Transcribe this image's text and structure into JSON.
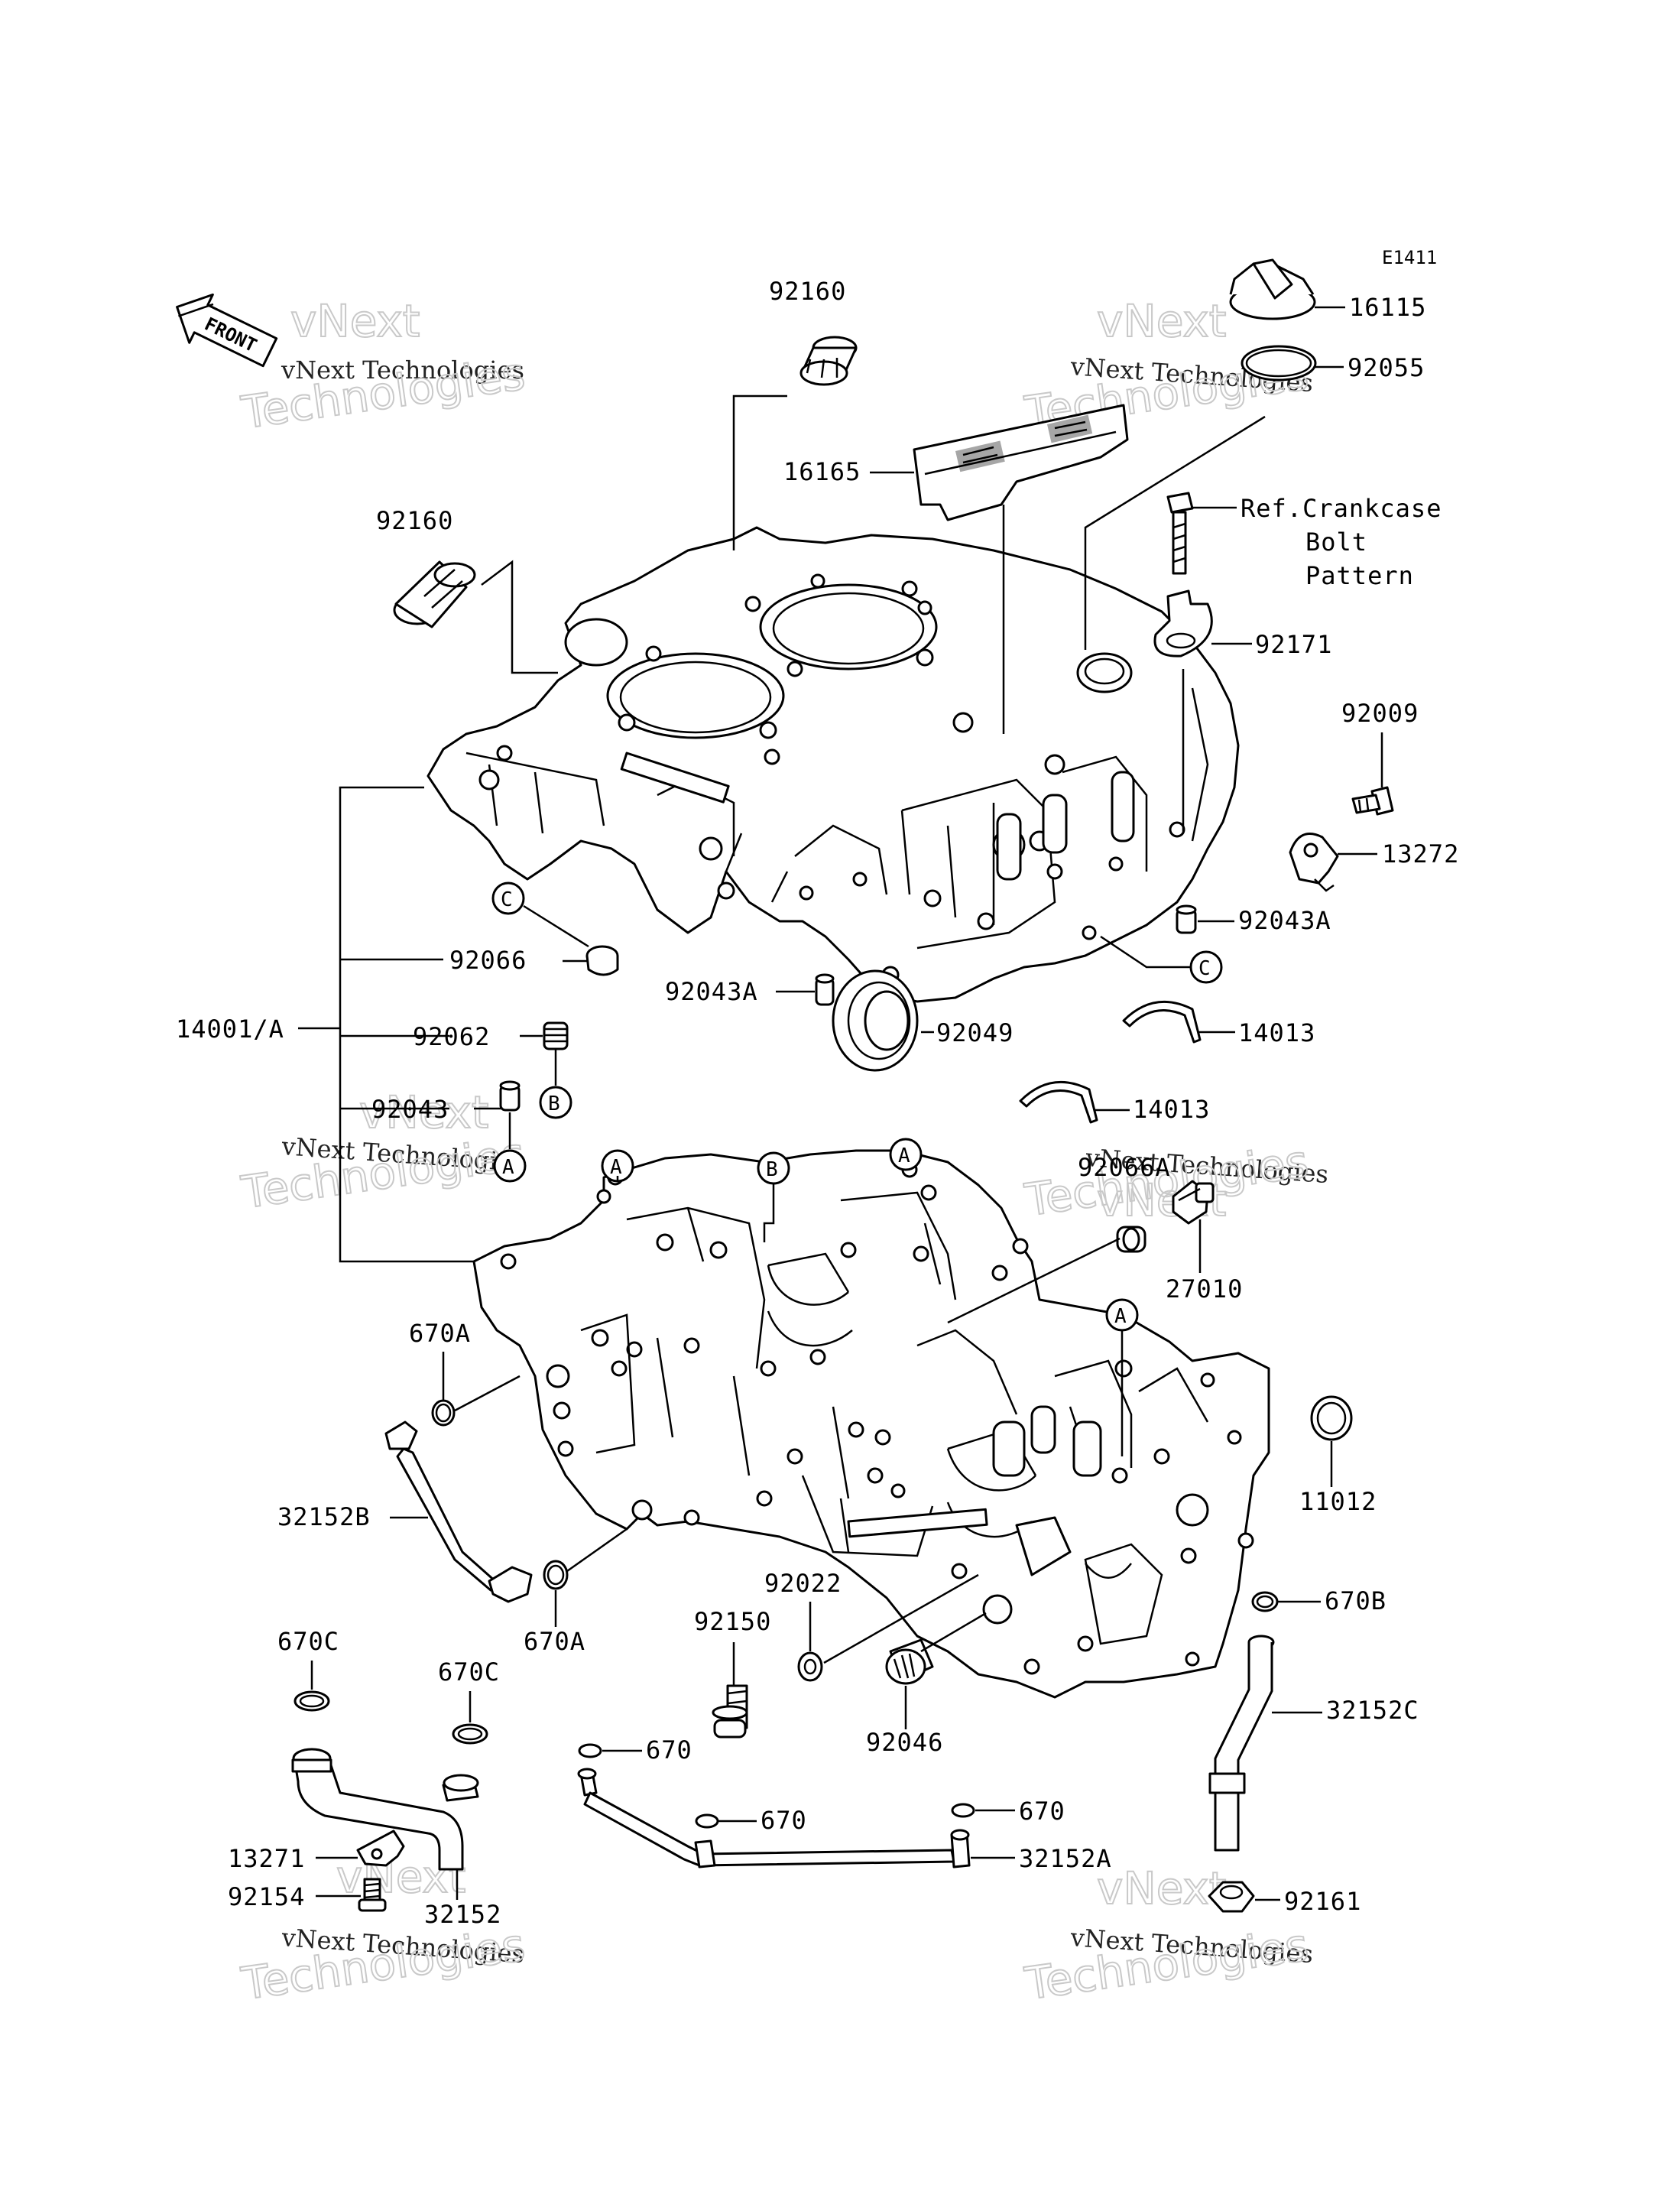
{
  "diagram_code": "E1411",
  "front_label": "FRONT",
  "ref_note": {
    "line1": "Ref.Crankcase",
    "line2": "Bolt",
    "line3": "Pattern"
  },
  "part_labels": {
    "p92160_top": "92160",
    "p92160_left": "92160",
    "p16115": "16115",
    "p92055": "92055",
    "p16165": "16165",
    "p92171": "92171",
    "p92009": "92009",
    "p13272": "13272",
    "p92043A_right": "92043A",
    "p92066": "92066",
    "p92043A_mid": "92043A",
    "p92049": "92049",
    "p14013_a": "14013",
    "p14013_b": "14013",
    "p14001A": "14001/A",
    "p92062": "92062",
    "p92043": "92043",
    "p92066A": "92066A",
    "p27010": "27010",
    "p670A_top": "670A",
    "p32152B": "32152B",
    "p670A_bottom": "670A",
    "p11012": "11012",
    "p92022": "92022",
    "p92150": "92150",
    "p670B": "670B",
    "p670C_left": "670C",
    "p670C_right": "670C",
    "p92046": "92046",
    "p32152C": "32152C",
    "p670_1": "670",
    "p670_2": "670",
    "p670_3": "670",
    "p13271": "13271",
    "p32152A": "32152A",
    "p92154": "92154",
    "p32152": "32152",
    "p92161": "92161"
  },
  "callouts": {
    "A": "A",
    "B": "B",
    "C": "C"
  },
  "watermark": {
    "line1": "vNext Technologies",
    "line2": "Technologies",
    "line3": "vNext"
  }
}
